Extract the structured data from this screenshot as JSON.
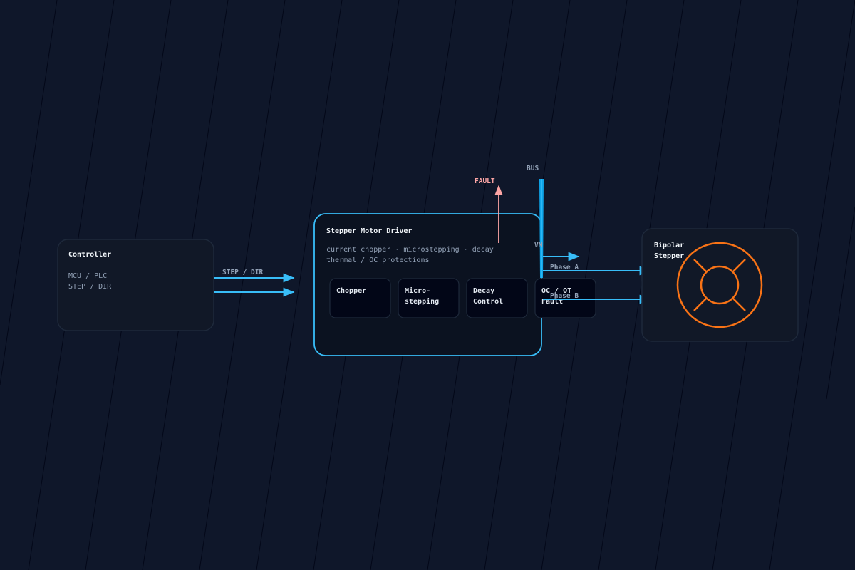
{
  "colors": {
    "background": "#0f172a",
    "accent": "#38bdf8",
    "fault": "#fca5a5",
    "motor": "#f97316",
    "panel_border": "#1e293b",
    "text_light": "#f1f5f9",
    "text_muted": "#94a3b8"
  },
  "controller": {
    "title": "Controller",
    "line1": "MCU / PLC",
    "line2": "STEP / DIR"
  },
  "signal_label": "STEP / DIR",
  "driver": {
    "title": "Stepper Motor Driver",
    "desc1": "current chopper · microstepping · decay",
    "desc2": "thermal / OC protections",
    "blocks": [
      {
        "line1": "Chopper",
        "line2": ""
      },
      {
        "line1": "Micro-",
        "line2": "stepping"
      },
      {
        "line1": "Decay",
        "line2": "Control"
      },
      {
        "line1": "OC / OT",
        "line2": "Fault"
      }
    ]
  },
  "fault_label": "FAULT",
  "bus_label": "BUS",
  "vm_label": "VM",
  "phase_a_label": "Phase A",
  "phase_b_label": "Phase B",
  "motor": {
    "line1": "Bipolar",
    "line2": "Stepper",
    "icon": "stepper-motor-icon"
  }
}
